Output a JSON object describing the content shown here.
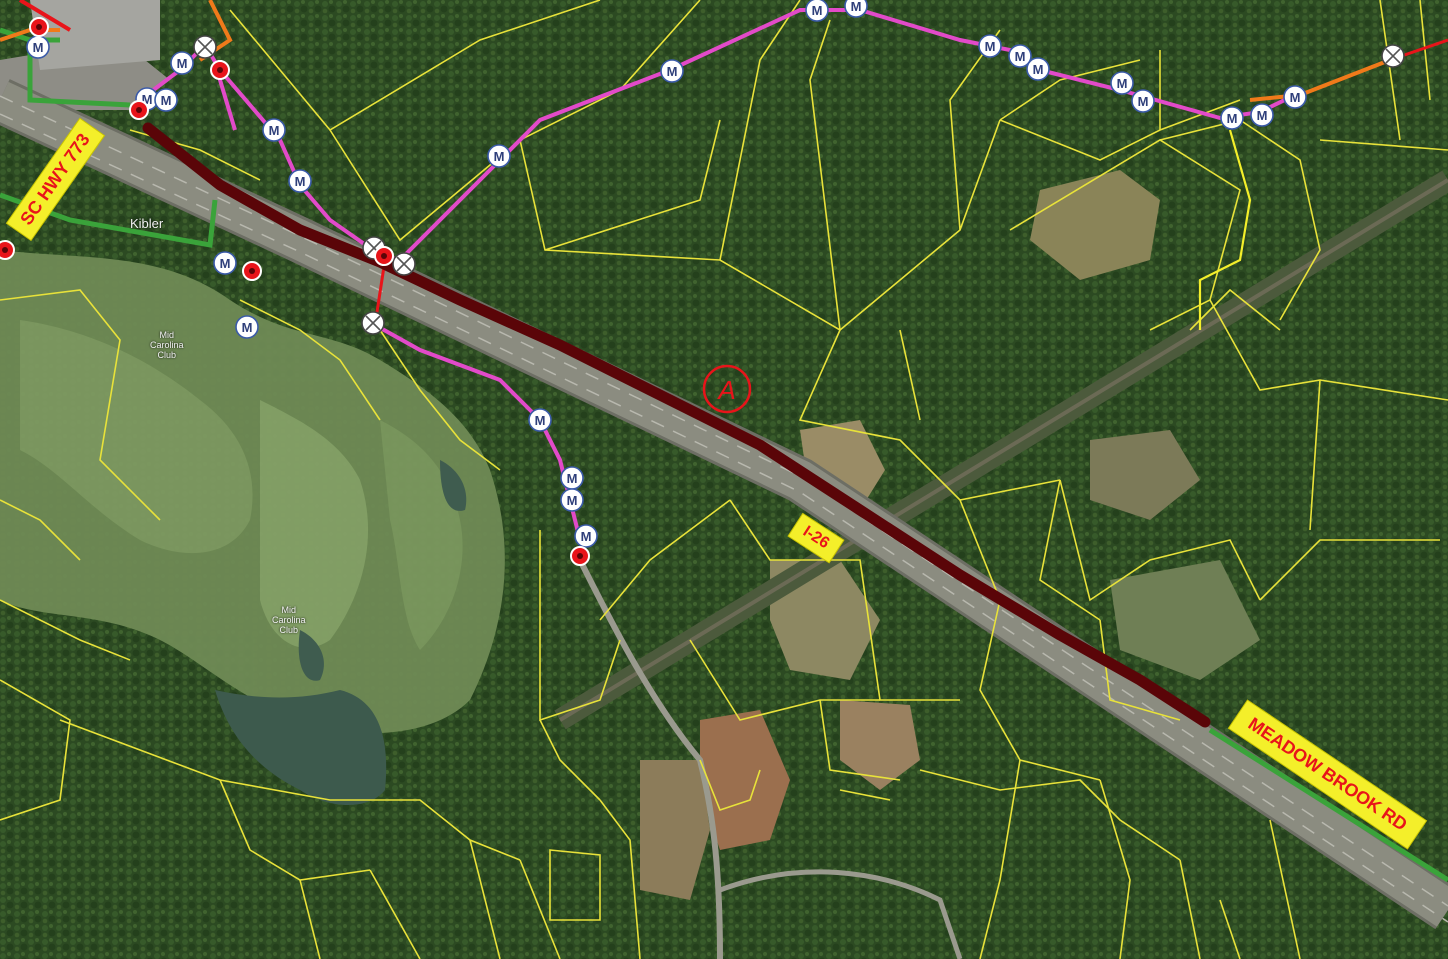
{
  "map": {
    "labels": {
      "sc_hwy": "SC HWY 773",
      "interstate": "I-26",
      "meadow_brook": "MEADOW BROOK RD",
      "kibler": "Kibler",
      "club1": "Mid\nCarolina\nClub",
      "club2": "Mid\nCarolina\nClub",
      "segment_marker": "A"
    },
    "marker_letter": "M",
    "colors": {
      "route_highlight": "#5a0508",
      "parcel_lines": "#e8e23a",
      "fiber_pink": "#e24ac9",
      "green_line": "#3aa33a",
      "orange_line": "#f07a1a",
      "red_line": "#e8141a",
      "label_bg": "#f4ef2a",
      "label_text": "#e8141a"
    },
    "icons": [
      "manhole-icon",
      "splice-closure-icon",
      "pole-icon"
    ]
  }
}
